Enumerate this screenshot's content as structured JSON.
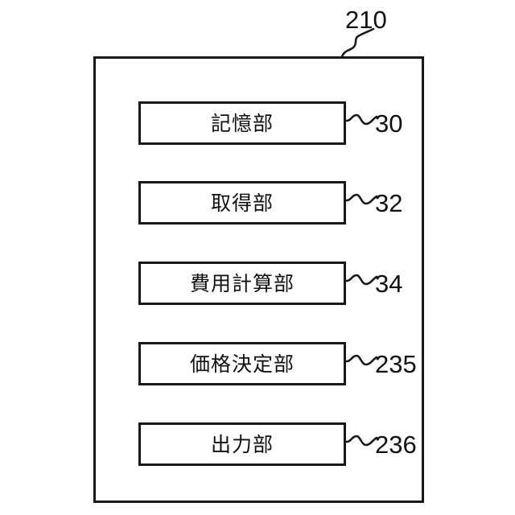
{
  "figure": {
    "type": "patent-block-diagram",
    "background_color": "#ffffff",
    "line_color": "#191919",
    "apparatus": {
      "reference_numeral": "210",
      "leader_style": "squiggle"
    },
    "units": [
      {
        "label": "記憶部",
        "reference_numeral": "30",
        "name": "storage-unit"
      },
      {
        "label": "取得部",
        "reference_numeral": "32",
        "name": "acquisition-unit"
      },
      {
        "label": "費用計算部",
        "reference_numeral": "34",
        "name": "cost-calculation-unit"
      },
      {
        "label": "価格決定部",
        "reference_numeral": "235",
        "name": "price-determination-unit"
      },
      {
        "label": "出力部",
        "reference_numeral": "236",
        "name": "output-unit"
      }
    ]
  }
}
